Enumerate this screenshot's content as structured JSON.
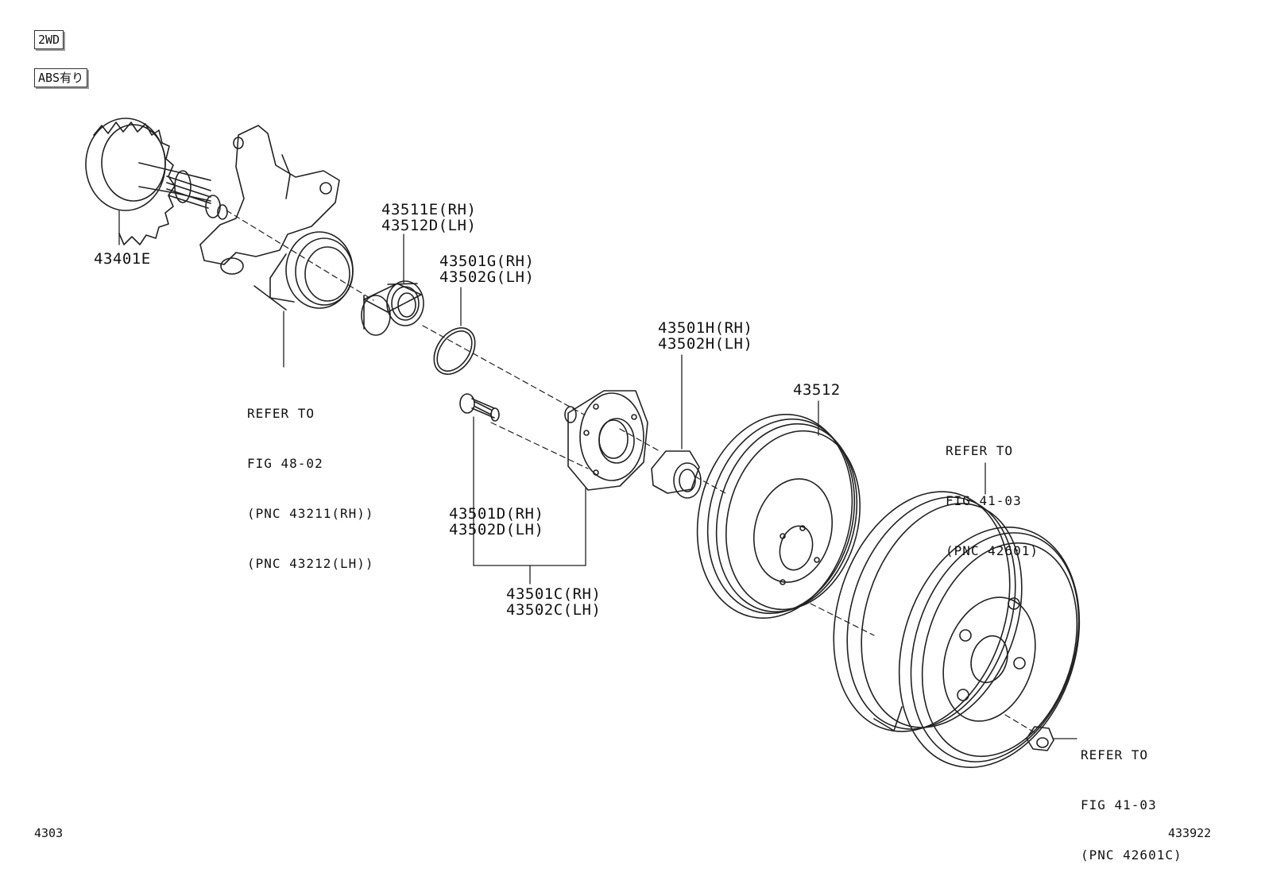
{
  "tags": {
    "drive": "2WD",
    "abs": "ABS有り"
  },
  "parts": {
    "p43401e": "43401E",
    "p43511e": "43511E(RH)",
    "p43512d": "43512D(LH)",
    "p43501g": "43501G(RH)",
    "p43502g": "43502G(LH)",
    "p43501h": "43501H(RH)",
    "p43502h": "43502H(LH)",
    "p43512": "43512",
    "p43501d": "43501D(RH)",
    "p43502d": "43502D(LH)",
    "p43501c": "43501C(RH)",
    "p43502c": "43502C(LH)"
  },
  "refs": {
    "knuckle": {
      "l1": "REFER TO",
      "l2": "FIG 48-02",
      "l3": "(PNC 43211(RH))",
      "l4": "(PNC 43212(LH))"
    },
    "wheel": {
      "l1": "REFER TO",
      "l2": "FIG 41-03",
      "l3": "(PNC 42601)"
    },
    "nut": {
      "l1": "REFER TO",
      "l2": "FIG 41-03",
      "l3": "(PNC 42601C)"
    }
  },
  "footer": {
    "left": "4303",
    "right": "433922"
  }
}
